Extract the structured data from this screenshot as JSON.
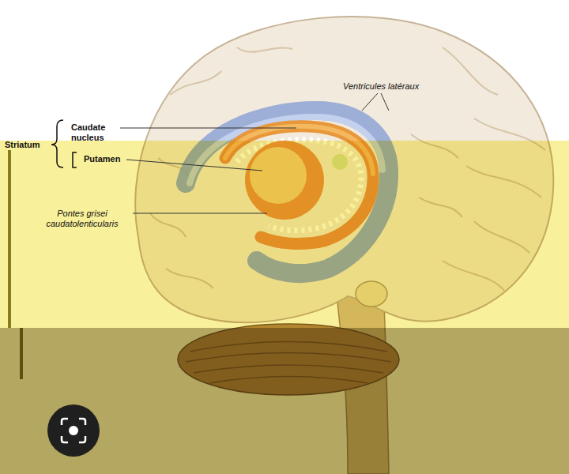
{
  "diagram": {
    "labels": [
      "Ventricules latéraux",
      "Striatum",
      "Caudate nucleus",
      "Putamen",
      "Pontes grisei caudatolenticularis"
    ]
  }
}
